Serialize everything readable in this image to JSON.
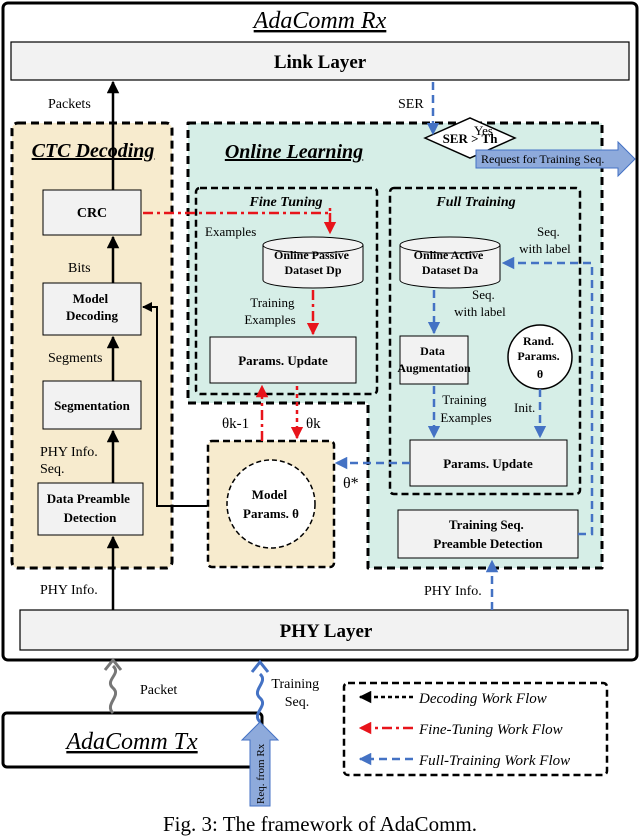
{
  "rx": {
    "title": "AdaComm Rx"
  },
  "tx": {
    "title": "AdaComm Tx"
  },
  "layers": {
    "link": "Link Layer",
    "phy": "PHY Layer"
  },
  "ctc": {
    "title": "CTC Decoding",
    "crc": "CRC",
    "model_decoding": [
      "Model",
      "Decoding"
    ],
    "segmentation": "Segmentation",
    "preamble": [
      "Data Preamble",
      "Detection"
    ],
    "labels": {
      "packets": "Packets",
      "bits": "Bits",
      "segments": "Segments",
      "phy_seq": [
        "PHY Info.",
        "Seq."
      ],
      "phy_info": "PHY Info."
    }
  },
  "online": {
    "title": "Online Learning",
    "decision": "SER > Th",
    "yes": "Yes",
    "request": "Request for Training Seq.",
    "ser": "SER",
    "theta_star": "θ*",
    "phy_info": "PHY Info.",
    "fine": {
      "title": "Fine Tuning",
      "dataset": [
        "Online Passive",
        "Dataset Dp"
      ],
      "examples": "Examples",
      "training_examples": [
        "Training",
        "Examples"
      ],
      "params_update": "Params. Update"
    },
    "full": {
      "title": "Full Training",
      "dataset": [
        "Online Active",
        "Dataset Da"
      ],
      "seq_label_top": [
        "Seq.",
        "with label"
      ],
      "seq_label_mid": [
        "Seq.",
        "with label"
      ],
      "augmentation": [
        "Data",
        "Augmentation"
      ],
      "rand": [
        "Rand.",
        "Params.",
        "θ"
      ],
      "training_examples": [
        "Training",
        "Examples"
      ],
      "init": "Init.",
      "params_update": "Params. Update"
    },
    "training_preamble": [
      "Training Seq.",
      "Preamble Detection"
    ]
  },
  "model": {
    "label": [
      "Model",
      "Params. θ"
    ],
    "theta_k1": "θk-1",
    "theta_k": "θk"
  },
  "bottom": {
    "packet": "Packet",
    "training_seq": [
      "Training",
      "Seq."
    ],
    "req_from_rx": "Req. from Rx"
  },
  "legend": [
    {
      "label": "Decoding Work Flow",
      "color": "#000000"
    },
    {
      "label": "Fine-Tuning Work Flow",
      "color": "#e8141b"
    },
    {
      "label": "Full-Training Work Flow",
      "color": "#4472c4"
    }
  ],
  "colors": {
    "ctc_bg": "#f7ebce",
    "online_bg": "#d6eee7",
    "red": "#e8141b",
    "blue": "#4472c4",
    "arrow_blue": "#8eaadb"
  },
  "caption": "Fig. 3: The framework of AdaComm."
}
